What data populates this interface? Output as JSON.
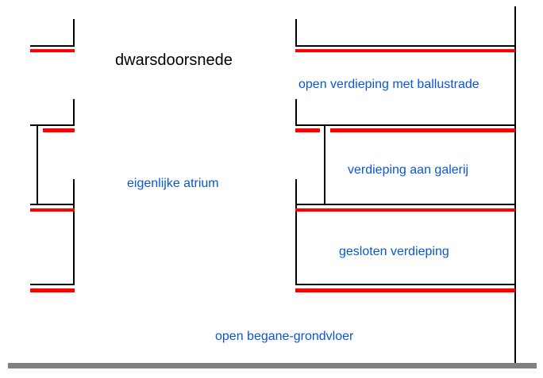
{
  "title": "dwarsdoorsnede",
  "labels": {
    "open_floor": "open verdieping met ballustrade",
    "gallery_floor": "verdieping aan galerij",
    "atrium": "eigenlijke atrium",
    "closed_floor": "gesloten verdieping",
    "ground_floor": "open begane-grondvloer"
  },
  "colors": {
    "structure": "#000000",
    "floor_slab": "#ff0000",
    "ground": "#808080",
    "label_text": "#0a56d6"
  }
}
